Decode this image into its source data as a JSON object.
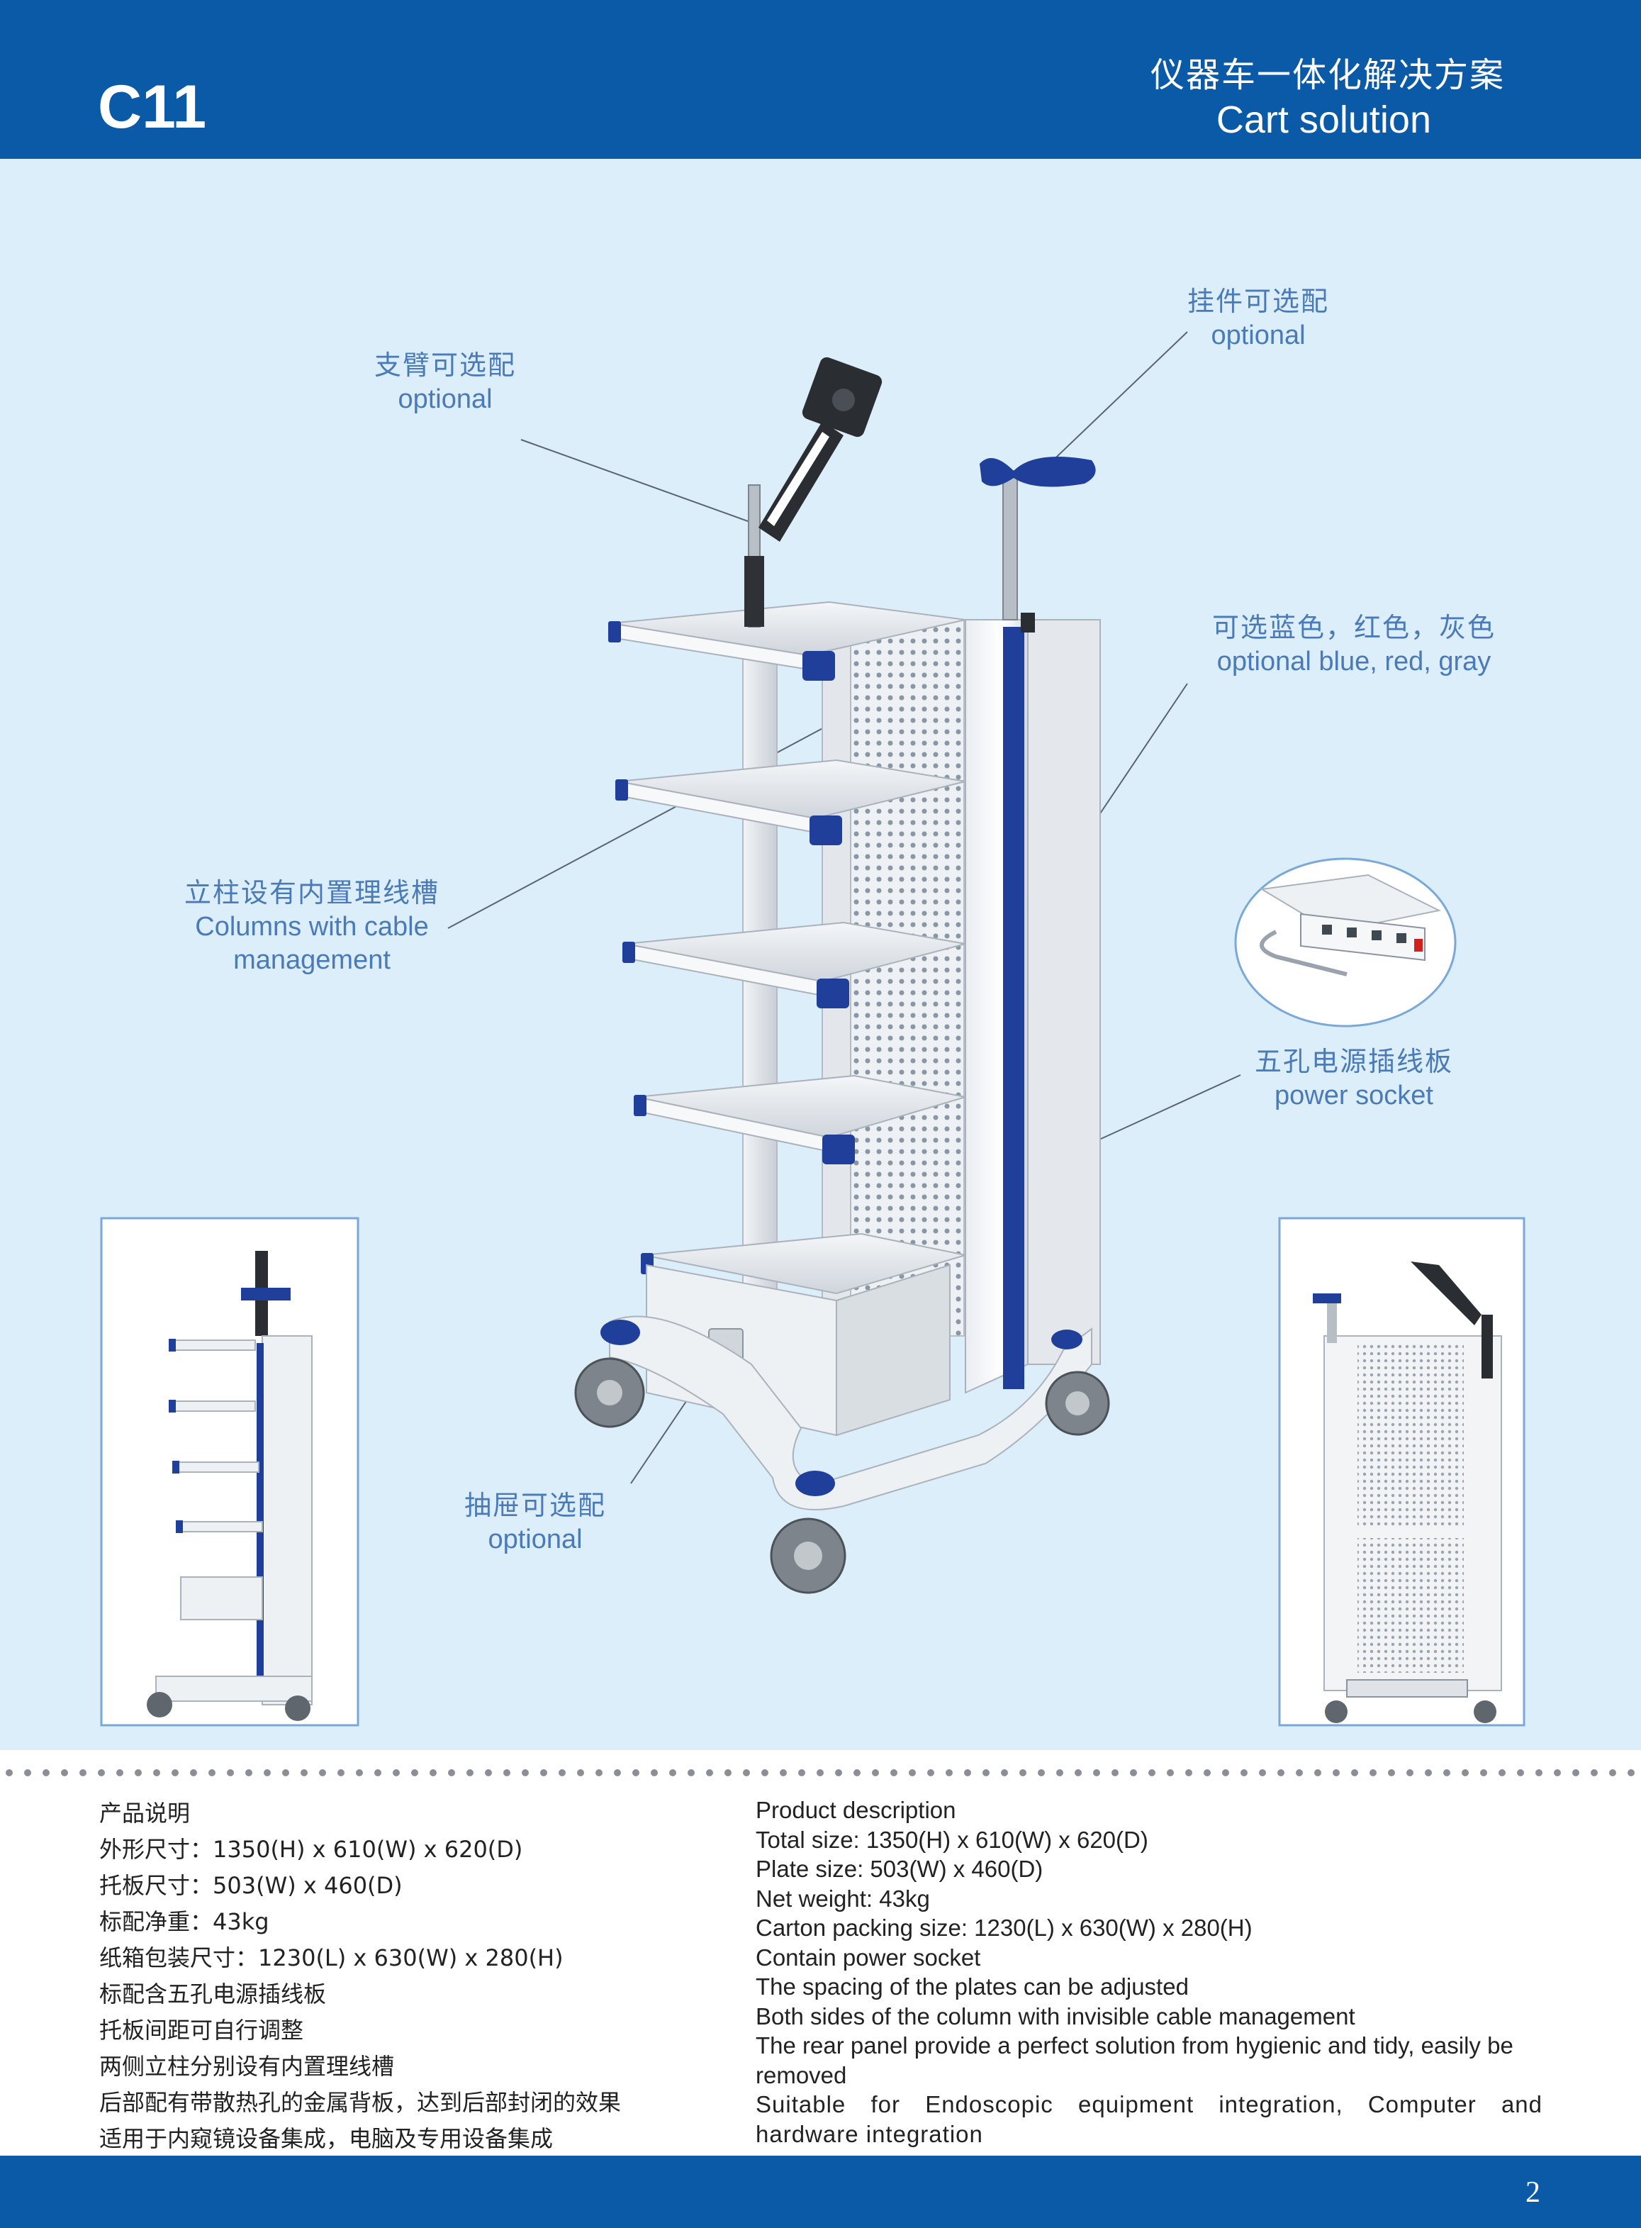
{
  "header": {
    "model": "C11",
    "title_cn": "仪器车一体化解决方案",
    "title_en": "Cart solution"
  },
  "callouts": {
    "arm": {
      "cn": "支臂可选配",
      "en": "optional"
    },
    "hanger": {
      "cn": "挂件可选配",
      "en": "optional"
    },
    "colors": {
      "cn": "可选蓝色，红色，灰色",
      "en": "optional blue, red, gray"
    },
    "cable": {
      "cn": "立柱设有内置理线槽",
      "en_line1": "Columns with cable",
      "en_line2": "management"
    },
    "socket": {
      "cn": "五孔电源插线板",
      "en": "power socket"
    },
    "drawer": {
      "cn": "抽屉可选配",
      "en": "optional"
    }
  },
  "colors": {
    "brand_blue": "#0b5aa8",
    "hero_bg": "#dceefa",
    "callout_text": "#4a7ab8",
    "cart_accent": "#1f3f9a"
  },
  "specs_cn": [
    "产品说明",
    "外形尺寸：1350(H) x 610(W) x 620(D)",
    "托板尺寸：503(W) x 460(D)",
    "标配净重：43kg",
    "纸箱包装尺寸：1230(L) x 630(W) x 280(H)",
    "标配含五孔电源插线板",
    "托板间距可自行调整",
    "两侧立柱分别设有内置理线槽",
    "后部配有带散热孔的金属背板，达到后部封闭的效果",
    "适用于内窥镜设备集成，电脑及专用设备集成"
  ],
  "specs_en": {
    "heading": "Product description",
    "total_size": "Total size: 1350(H) x 610(W) x 620(D)",
    "plate_size": "Plate size: 503(W) x 460(D)",
    "net_weight": "Net weight: 43kg",
    "carton": "Carton packing size: 1230(L) x 630(W) x 280(H)",
    "socket": "Contain power socket",
    "spacing": "The spacing of the plates can be adjusted",
    "columns": "Both sides of the column with invisible cable management",
    "rear_panel": "The rear panel provide a perfect solution from hygienic and tidy, easily be removed",
    "suitable": "Suitable for Endoscopic equipment integration, Computer and hardware integration"
  },
  "footer": {
    "page": "2"
  }
}
